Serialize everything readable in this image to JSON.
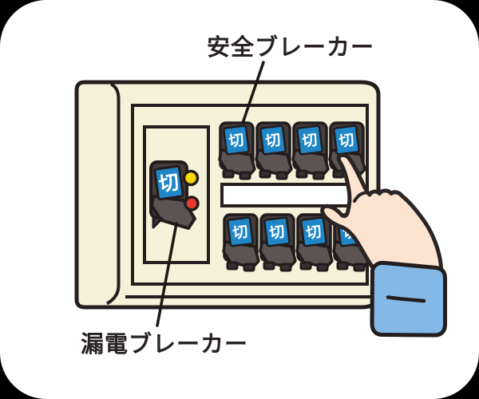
{
  "illustration": {
    "labels": {
      "safety_breaker": "安全ブレーカー",
      "leakage_breaker": "漏電ブレーカー"
    },
    "breaker_switch_label": "切",
    "panel": {
      "safety_breakers_top_row": 4,
      "safety_breakers_bottom_row": 4,
      "name_strip_text": "",
      "indicator_lights": [
        "yellow",
        "red"
      ]
    },
    "colors": {
      "card_background": "#FFFFFF",
      "page_background": "#000000",
      "panel_cream": "#F5F2D9",
      "outline_dark": "#241E1E",
      "breaker_body": "#453C3C",
      "breaker_lever": "#5C5353",
      "breaker_blue": "#1F86C8",
      "indicator_yellow": "#F8D802",
      "indicator_red": "#E7392D",
      "skin": "#FCE4D1",
      "sleeve_blue": "#83B8E7",
      "name_strip": "#FFFFFF"
    }
  }
}
